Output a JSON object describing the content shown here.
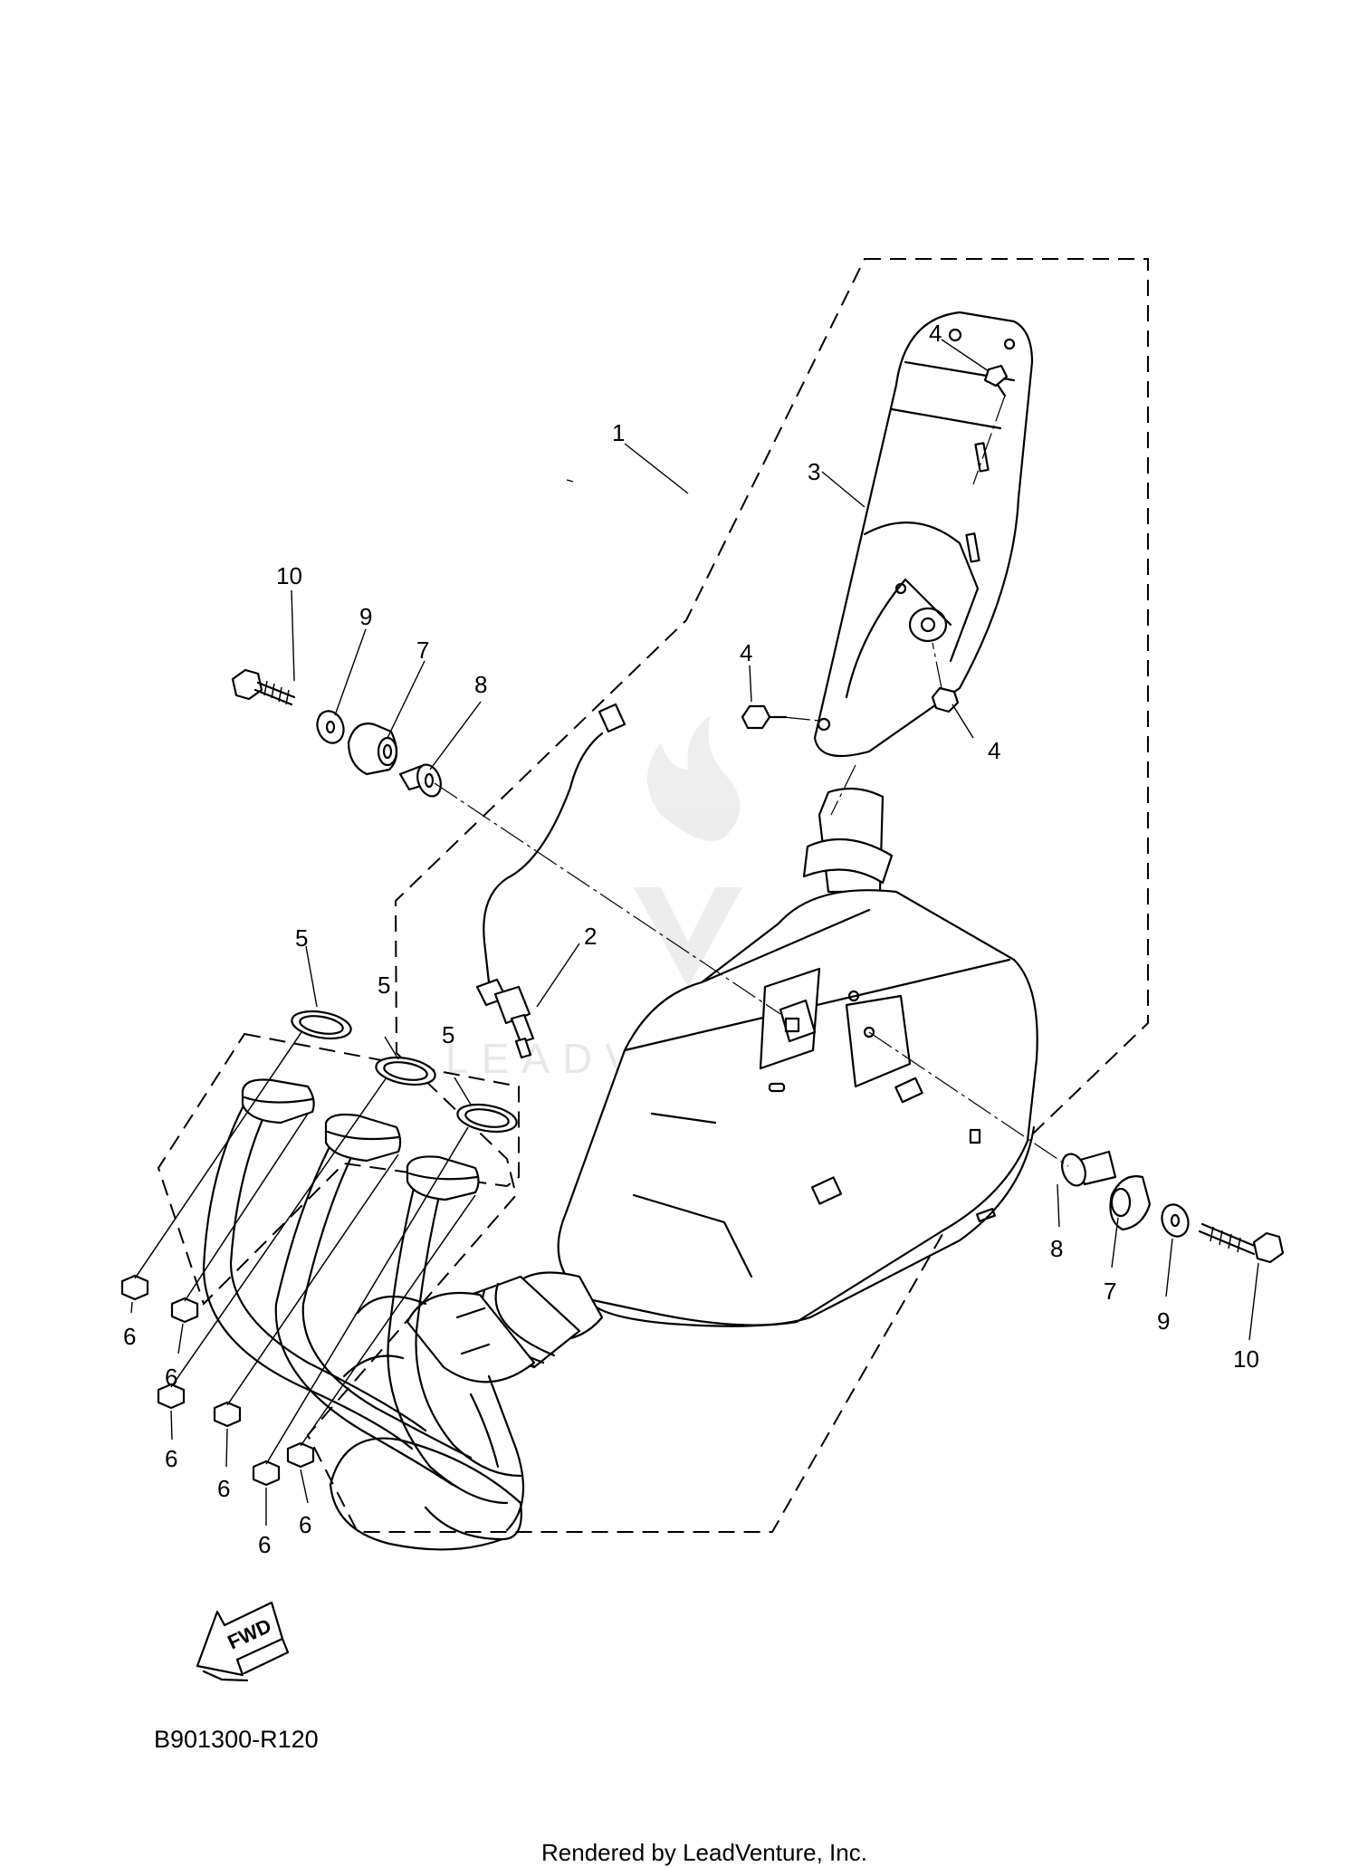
{
  "diagram": {
    "part_code": "B901300-R120",
    "fwd_label": "FWD",
    "watermark_text": "LEADVENTURE",
    "footer_text": "Rendered by LeadVenture, Inc.",
    "callouts": {
      "c1": "1",
      "c2": "2",
      "c3": "3",
      "c4": "4",
      "c5": "5",
      "c6": "6",
      "c7": "7",
      "c8": "8",
      "c9": "9",
      "c10": "10"
    }
  }
}
